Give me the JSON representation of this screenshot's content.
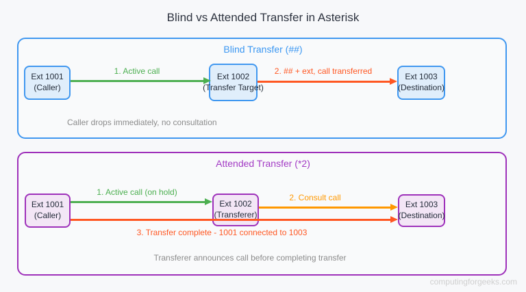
{
  "page": {
    "title": "Blind vs Attended Transfer in Asterisk",
    "watermark": "computingforgeeks.com"
  },
  "colors": {
    "blind_accent": "#3f97f0",
    "blind_node_fill": "#e0eefb",
    "attended_accent": "#9e30ba",
    "attended_node_fill": "#f3e6f6",
    "active_call_green": "#4caf50",
    "transfer_red_orange": "#ff5722",
    "consult_orange": "#ff9800",
    "note_gray": "#8b8b8b"
  },
  "blind": {
    "header": "Blind Transfer (##)",
    "nodes": [
      {
        "line1": "Ext 1001",
        "line2": "(Caller)"
      },
      {
        "line1": "Ext 1002",
        "line2": "(Transfer Target)"
      },
      {
        "line1": "Ext 1003",
        "line2": "(Destination)"
      }
    ],
    "arrows": [
      {
        "label": "1. Active call",
        "color": "#4caf50",
        "from": "Ext 1001",
        "to": "Ext 1002"
      },
      {
        "label": "2. ## + ext, call transferred",
        "color": "#ff5722",
        "from": "Ext 1002",
        "to": "Ext 1003"
      }
    ],
    "note": "Caller drops immediately, no consultation"
  },
  "attended": {
    "header": "Attended Transfer (*2)",
    "nodes": [
      {
        "line1": "Ext 1001",
        "line2": "(Caller)"
      },
      {
        "line1": "Ext 1002",
        "line2": "(Transferer)"
      },
      {
        "line1": "Ext 1003",
        "line2": "(Destination)"
      }
    ],
    "arrows": [
      {
        "label": "1. Active call (on hold)",
        "color": "#4caf50",
        "from": "Ext 1001",
        "to": "Ext 1002"
      },
      {
        "label": "2. Consult call",
        "color": "#ff9800",
        "from": "Ext 1002",
        "to": "Ext 1003"
      },
      {
        "label": "3. Transfer complete - 1001 connected to 1003",
        "color": "#ff5722",
        "from": "Ext 1001",
        "to": "Ext 1003"
      }
    ],
    "note": "Transferer announces call before completing transfer"
  }
}
